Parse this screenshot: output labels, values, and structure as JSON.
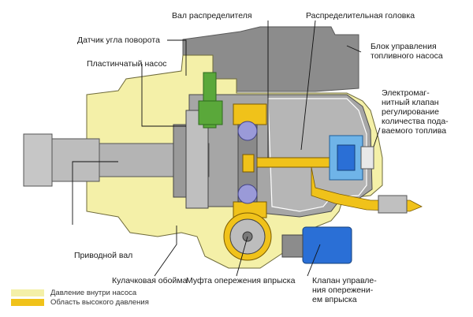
{
  "labels": {
    "distributor_shaft": "Вал распределителя",
    "distributor_head": "Распределительная головка",
    "angle_sensor": "Датчик угла поворота",
    "control_unit": [
      "Блок управления",
      "топливного насоса"
    ],
    "vane_pump": "Пластинчатый насос",
    "solenoid_valve": [
      "Электромаг-",
      "нитный клапан",
      "регулирование",
      "количества пода-",
      "ваемого топлива"
    ],
    "drive_shaft": "Приводной вал",
    "cam_ring": "Кулачковая обойма",
    "timing_coupling": "Муфта опережения впрыска",
    "timing_valve": [
      "Клапан управле-",
      "ния опережени-",
      "ем впрыска"
    ]
  },
  "legend": [
    {
      "text": "Давление внутри насоса",
      "color": "#f4f0a8"
    },
    {
      "text": "Область высокого давления",
      "color": "#f0c21a"
    }
  ],
  "colors": {
    "low_pressure": "#f4f0a8",
    "high_pressure": "#f0c21a",
    "housing": "#8c8c8c",
    "housing_dark": "#4a4a4a",
    "shaft": "#b4b4b4",
    "sensor_green": "#5aa83a",
    "valve_blue": "#2a6fd6",
    "solenoid_blue": "#6fb4e8",
    "ball_violet": "#9a9ad8"
  },
  "icons": [
    "vane-pump-rotor",
    "roller-ball",
    "solenoid-valve",
    "timing-valve"
  ]
}
